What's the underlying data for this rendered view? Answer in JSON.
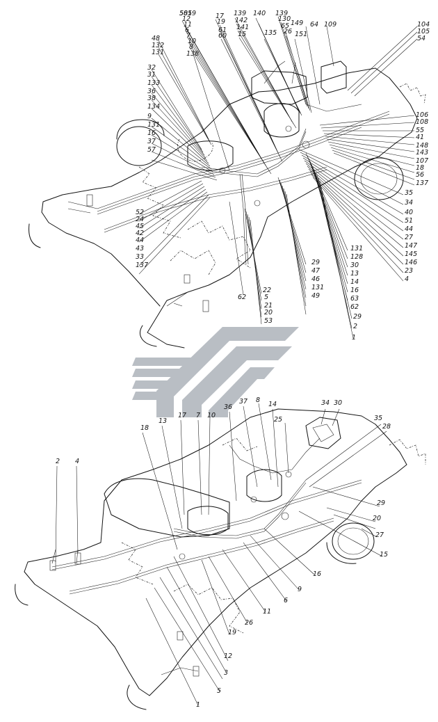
{
  "watermark_color": "#b9bec4",
  "ink_color": "#111111",
  "upper_callouts": [
    "58",
    "59",
    "12",
    "11",
    "6",
    "7",
    "10",
    "8",
    "138",
    "48",
    "132",
    "131",
    "32",
    "31",
    "133",
    "36",
    "38",
    "134",
    "9",
    "131",
    "16",
    "37",
    "57",
    "52",
    "24",
    "45",
    "42",
    "44",
    "43",
    "33",
    "137",
    "62",
    "22",
    "5",
    "21",
    "20",
    "53",
    "17",
    "19",
    "61",
    "60",
    "139",
    "142",
    "141",
    "15",
    "140",
    "135",
    "139",
    "130",
    "65",
    "26",
    "149",
    "151",
    "64",
    "109",
    "104",
    "105",
    "54",
    "106",
    "108",
    "55",
    "41",
    "148",
    "143",
    "107",
    "18",
    "56",
    "137",
    "35",
    "34",
    "40",
    "51",
    "44",
    "27",
    "147",
    "145",
    "146",
    "23",
    "4",
    "131",
    "128",
    "30",
    "13",
    "14",
    "16",
    "63",
    "62",
    "29",
    "2",
    "1",
    "29",
    "47",
    "46",
    "131",
    "49",
    "50",
    "1"
  ],
  "lower_callouts": [
    "18",
    "13",
    "17",
    "7",
    "10",
    "36",
    "37",
    "8",
    "14",
    "25",
    "34",
    "30",
    "35",
    "28",
    "2",
    "4",
    "29",
    "20",
    "27",
    "15",
    "16",
    "9",
    "6",
    "11",
    "26",
    "19",
    "12",
    "3",
    "5",
    "1"
  ]
}
